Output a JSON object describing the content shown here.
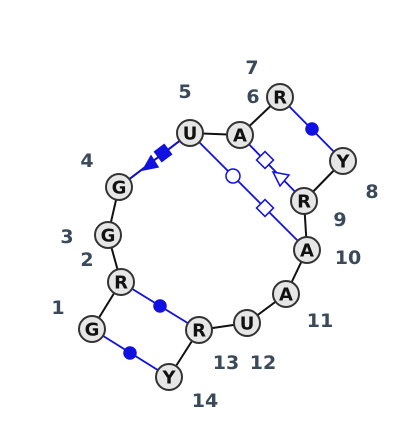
{
  "nucleotides": [
    {
      "id": "n1",
      "letter": "G",
      "number": "1"
    },
    {
      "id": "n2",
      "letter": "R",
      "number": "2"
    },
    {
      "id": "n3",
      "letter": "G",
      "number": "3"
    },
    {
      "id": "n4",
      "letter": "G",
      "number": "4"
    },
    {
      "id": "n5",
      "letter": "U",
      "number": "5"
    },
    {
      "id": "n6",
      "letter": "A",
      "number": "6"
    },
    {
      "id": "n7",
      "letter": "R",
      "number": "7"
    },
    {
      "id": "n8",
      "letter": "Y",
      "number": "8"
    },
    {
      "id": "n9",
      "letter": "R",
      "number": "9"
    },
    {
      "id": "n10",
      "letter": "A",
      "number": "10"
    },
    {
      "id": "n11",
      "letter": "A",
      "number": "11"
    },
    {
      "id": "n12",
      "letter": "U",
      "number": "12"
    },
    {
      "id": "n13",
      "letter": "R",
      "number": "13"
    },
    {
      "id": "n14",
      "letter": "Y",
      "number": "14"
    }
  ],
  "pairs": [
    {
      "from": "1",
      "to": "14",
      "symbol": "filled-circle"
    },
    {
      "from": "2",
      "to": "13",
      "symbol": "filled-circle"
    },
    {
      "from": "7",
      "to": "8",
      "symbol": "filled-circle"
    },
    {
      "from": "4",
      "to": "5",
      "symbol": "filled-square-triangle"
    },
    {
      "from": "5",
      "to": "10",
      "symbol": "open-circle-square"
    },
    {
      "from": "6",
      "to": "9",
      "symbol": "open-square-triangle"
    }
  ],
  "colors": {
    "pair": "#1010e0",
    "backbone": "#111111",
    "node_fill": "#e6e6e6",
    "number_text": "#3a4a5a"
  }
}
